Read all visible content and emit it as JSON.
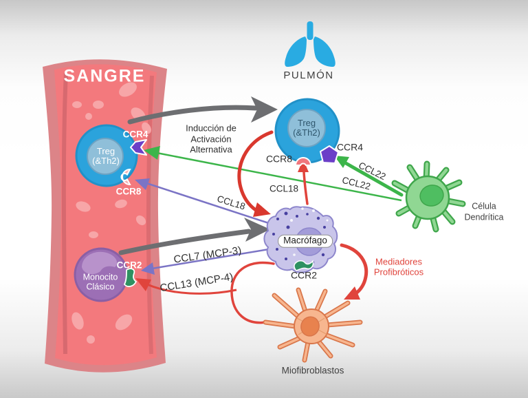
{
  "blood": {
    "title": "SANGRE",
    "treg": {
      "line1": "Treg",
      "line2": "(&Th2)"
    },
    "ccr4_label": "CCR4",
    "ccr8_label": "CCR8",
    "monocyte": {
      "line1": "Monocito",
      "line2": "Clásico"
    },
    "ccr2_label": "CCR2"
  },
  "lung": {
    "title": "PULMÓN",
    "treg": {
      "line1": "Treg",
      "line2": "(&Th2)"
    },
    "ccr8_label": "CCR8",
    "ccr4_label": "CCR4"
  },
  "macrophage": {
    "label": "Macrófago",
    "ccr2_label": "CCR2"
  },
  "dendritic_cell": {
    "line1": "Célula",
    "line2": "Dendrítica"
  },
  "myofibroblast": {
    "label": "Miofibroblastos"
  },
  "signals": {
    "ccl22_upper": "CCL22",
    "ccl22_lower": "CCL22",
    "ccl18_to_lung_treg": "CCL18",
    "ccl18_to_blood_treg": "CCL18",
    "ccl7": "CCL7 (MCP-3)",
    "ccl13": "CCL13 (MCP-4)",
    "induction": {
      "line1": "Inducción de",
      "line2": "Activación",
      "line3": "Alternativa"
    },
    "mediators": {
      "line1": "Mediadores",
      "line2": "Profibróticos"
    }
  },
  "colors": {
    "vessel_wall": "#dc8488",
    "vessel_lumen": "#f3797d",
    "blood_cells": "#f7a6a8",
    "treg_cell": "#2ba3dc",
    "treg_nucleus": "#8fbfd9",
    "monocyte_cell": "#9c6fb5",
    "macrophage_cell": "#c9c5ea",
    "dendritic_cell": "#90d793",
    "myofibroblast_cell": "#f7b68f",
    "lung_icon": "#29abe2",
    "arrow_gray": "#6d6e71",
    "arrow_green": "#3cb54a",
    "arrow_purple": "#7b74c5",
    "arrow_red": "#e0443c",
    "receptor_purple": "#6b3fc8",
    "receptor_green": "#2e9161",
    "receptor_salmon": "#f0777e"
  }
}
